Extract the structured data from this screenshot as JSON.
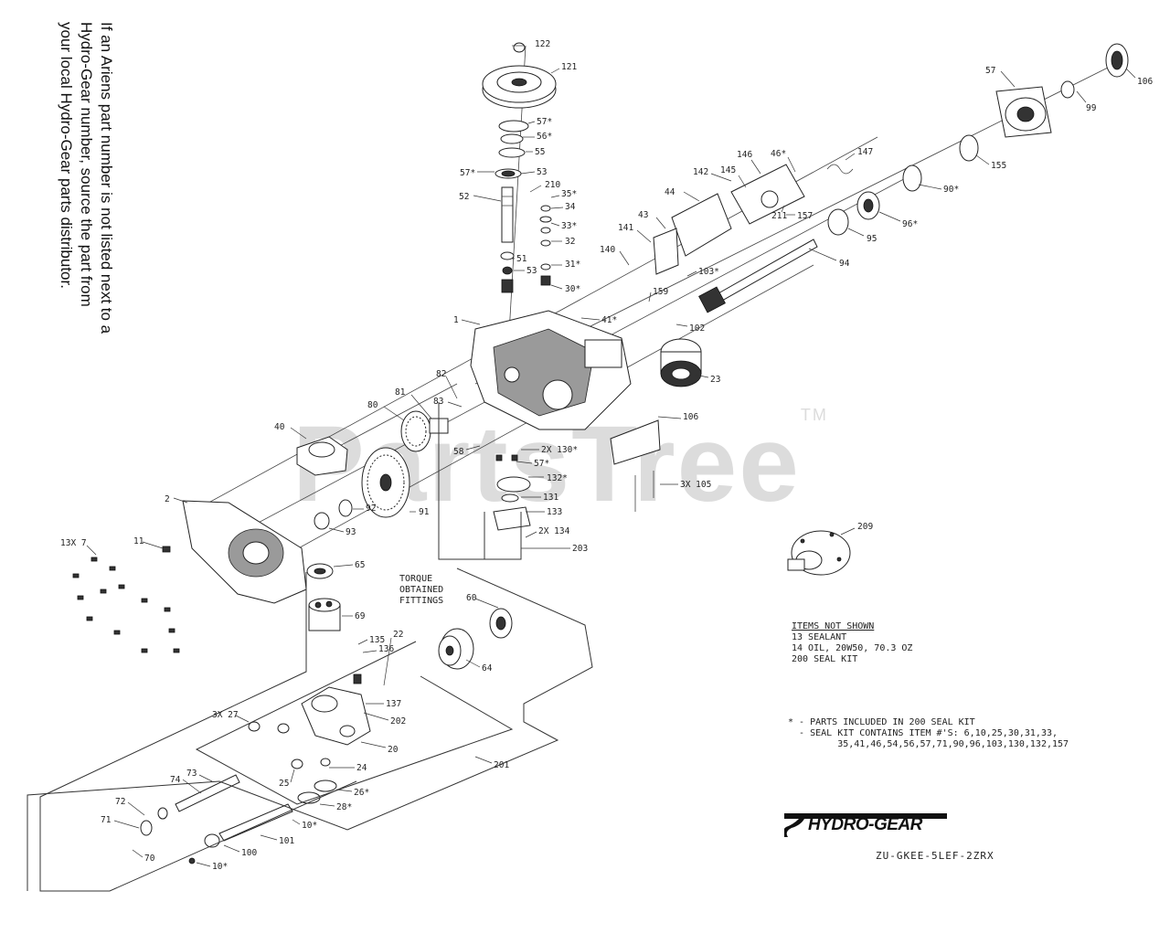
{
  "side_note": {
    "line1": "If an Ariens part number is not listed next to a",
    "line2": "Hydro-Gear number, source the part from",
    "line3": "your local Hydro-Gear parts distributor."
  },
  "watermark": {
    "text": "PartsTree",
    "tm": "TM"
  },
  "items_not_shown": {
    "title": "ITEMS NOT SHOWN",
    "lines": [
      "13 SEALANT",
      "14 OIL, 20W50, 70.3 OZ",
      "200 SEAL KIT"
    ]
  },
  "seal_kit_note": {
    "line1": "* - PARTS INCLUDED IN 200 SEAL KIT",
    "line2": "- SEAL KIT CONTAINS ITEM #'S: 6,10,25,30,31,33,",
    "line3": "35,41,46,54,56,57,71,90,96,103,130,132,157"
  },
  "torque_note": {
    "line1": "TORQUE",
    "line2": "OBTAINED",
    "line3": "FITTINGS"
  },
  "logo": {
    "text": "HYDRO-GEAR",
    "mark": "S"
  },
  "model_number": "ZU-GKEE-5LEF-2ZRX",
  "callouts": [
    "122",
    "121",
    "57*",
    "56*",
    "55",
    "57*",
    "53",
    "52",
    "210",
    "35*",
    "34",
    "33*",
    "32",
    "51",
    "53",
    "31*",
    "30*",
    "147",
    "146",
    "145",
    "142",
    "46*",
    "44",
    "43",
    "141",
    "140",
    "211",
    "157",
    "99",
    "106",
    "57",
    "155",
    "90*",
    "96*",
    "95",
    "94",
    "103*",
    "159",
    "102",
    "41*",
    "1",
    "23",
    "82",
    "83",
    "81",
    "80",
    "40",
    "106",
    "2X 130*",
    "57*",
    "132*",
    "131",
    "133",
    "2X 134",
    "203",
    "3X 105",
    "58",
    "2",
    "11",
    "13X 7",
    "93",
    "91",
    "92",
    "65",
    "209",
    "69",
    "60",
    "64",
    "135",
    "136",
    "22",
    "3X 27",
    "137",
    "202",
    "20",
    "24",
    "25",
    "26*",
    "28*",
    "201",
    "73",
    "74",
    "72",
    "71",
    "70",
    "10*",
    "101",
    "100",
    "10*"
  ]
}
